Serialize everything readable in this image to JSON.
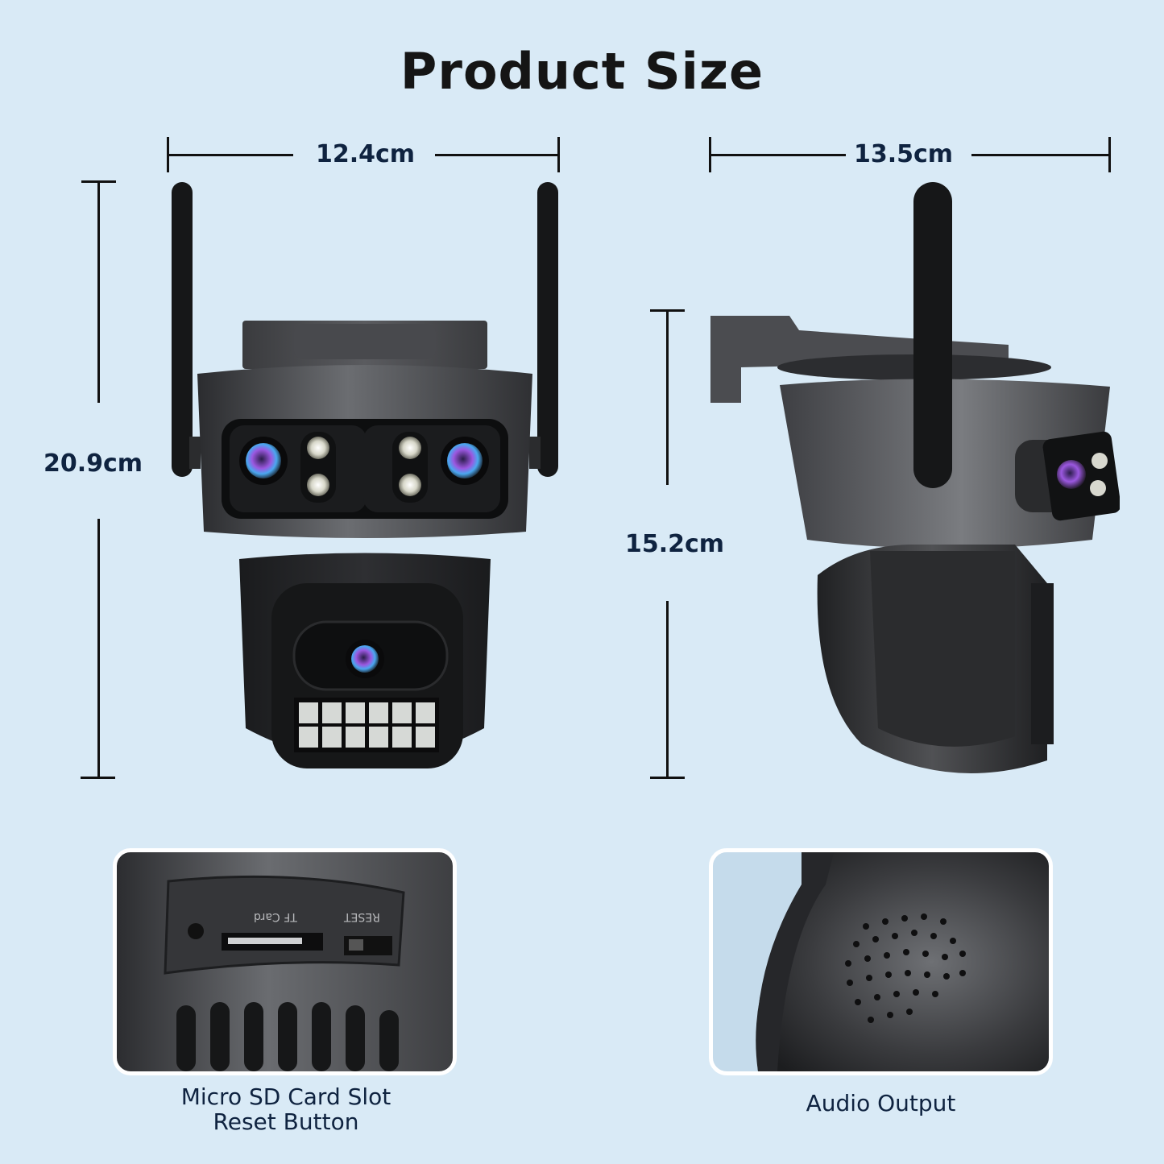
{
  "title": "Product Size",
  "front_view": {
    "width_label": "12.4cm",
    "height_label": "20.9cm",
    "image": "front-camera-image",
    "led_grid": {
      "rows": 2,
      "cols": 6
    }
  },
  "side_view": {
    "width_label": "13.5cm",
    "height_label": "15.2cm",
    "image": "side-camera-image"
  },
  "details": [
    {
      "image": "sd-card-slot-closeup",
      "slot_labels": [
        "TF Card",
        "RESET"
      ],
      "caption_lines": [
        "Micro SD Card Slot",
        "Reset Button"
      ]
    },
    {
      "image": "speaker-grille-closeup",
      "caption_lines": [
        "Audio Output"
      ]
    }
  ],
  "colors": {
    "background": "#d9eaf6",
    "text_dark": "#0f2340",
    "title": "#151515",
    "camera_body": "#3a3b3e",
    "camera_dark": "#1e1f21"
  }
}
